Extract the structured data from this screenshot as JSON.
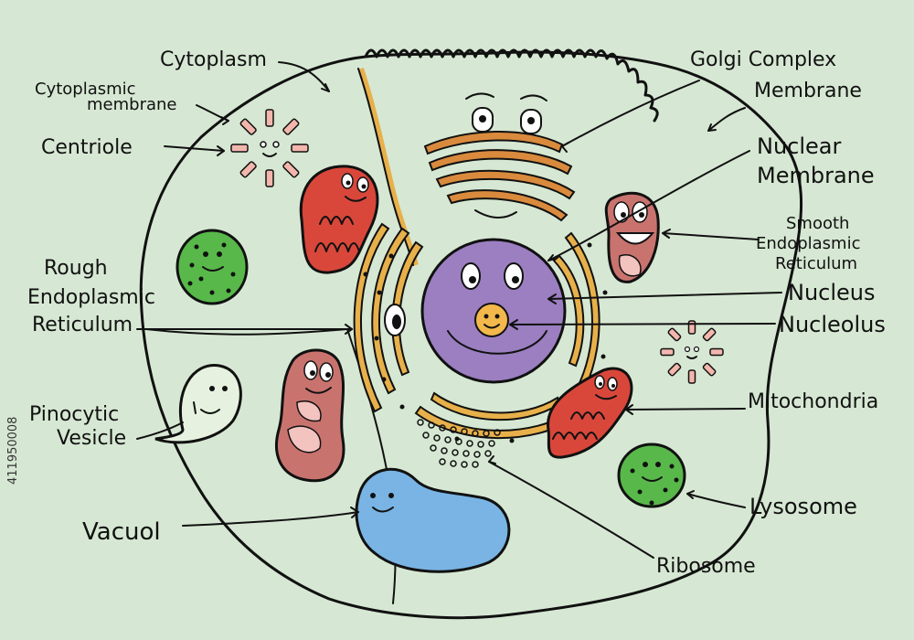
{
  "labels": {
    "cytoplasm": "Cytoplasm",
    "cytoplasmic_membrane_1": "Cytoplasmic",
    "cytoplasmic_membrane_2": "membrane",
    "centriole": "Centriole",
    "rough_er_1": "Rough",
    "rough_er_2": "Endoplasmic",
    "rough_er_3": "Reticulum",
    "pinocytic_vesicle_1": "Pinocytic",
    "pinocytic_vesicle_2": "Vesicle",
    "vacuol": "Vacuol",
    "golgi_1": "Golgi Complex",
    "golgi_2": "Membrane",
    "nuclear_membrane_1": "Nuclear",
    "nuclear_membrane_2": "Membrane",
    "smooth_er_1": "Smooth",
    "smooth_er_2": "Endoplasmic",
    "smooth_er_3": "Reticulum",
    "nucleus": "Nucleus",
    "nucleolus": "Nucleolus",
    "mitochondria": "Mitochondria",
    "lysosome": "Lysosome",
    "ribosome": "Ribosome"
  },
  "watermark": "411950008",
  "colors": {
    "background": "#d6e8d3",
    "cell": "#a9d3ec",
    "nucleus": "#9b7fc1",
    "nucleolus": "#f2b84b",
    "mitochondria": "#d9473b",
    "lysosome": "#58b84a",
    "vacuole": "#79b4e4",
    "er": "#e8b04a",
    "golgi": "#d98a3d",
    "smooth_er": "#c9736f",
    "centriole": "#f3b6ad",
    "vesicle": "#e6f2df"
  }
}
